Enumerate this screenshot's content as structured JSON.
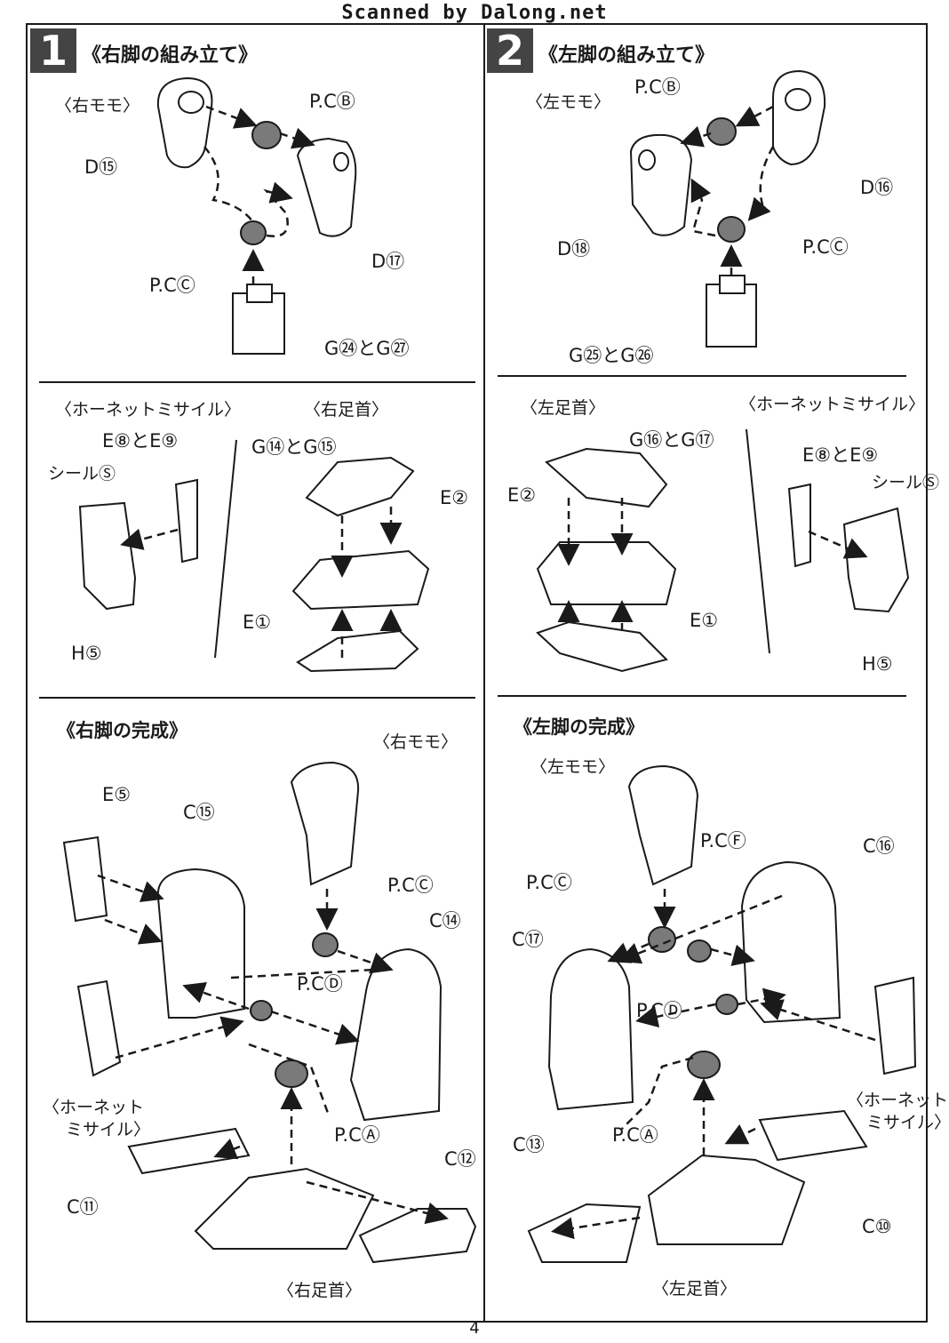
{
  "watermark": "Scanned by Dalong.net",
  "page_number": "4",
  "step1": {
    "number": "1",
    "title": "《右脚の組み立て》",
    "thigh": {
      "section": "〈右モモ〉",
      "labels": {
        "d15": "D⑮",
        "pcb": "P.CⒷ",
        "d17": "D⑰",
        "pcc": "P.CⒸ",
        "g": "G㉔とG㉗"
      }
    },
    "missile": {
      "section": "〈ホーネットミサイル〉",
      "labels": {
        "e": "E⑧とE⑨",
        "seal": "シールⓈ",
        "h5": "H⑤"
      }
    },
    "ankle": {
      "section": "〈右足首〉",
      "labels": {
        "g": "G⑭とG⑮",
        "e2": "E②",
        "e1": "E①"
      }
    },
    "complete": {
      "section": "《右脚の完成》",
      "labels": {
        "thigh": "〈右モモ〉",
        "e5": "E⑤",
        "c15": "C⑮",
        "pcc": "P.CⒸ",
        "c14": "C⑭",
        "pcd": "P.CⒹ",
        "missile": "〈ホーネット",
        "missile2": "ミサイル〉",
        "pca": "P.CⒶ",
        "c12": "C⑫",
        "c11": "C⑪",
        "ankle": "〈右足首〉"
      }
    }
  },
  "step2": {
    "number": "2",
    "title": "《左脚の組み立て》",
    "thigh": {
      "section": "〈左モモ〉",
      "labels": {
        "pcb": "P.CⒷ",
        "d16": "D⑯",
        "d18": "D⑱",
        "pcc": "P.CⒸ",
        "g": "G㉕とG㉖"
      }
    },
    "ankle": {
      "section": "〈左足首〉",
      "labels": {
        "g": "G⑯とG⑰",
        "e2": "E②",
        "e1": "E①"
      }
    },
    "missile": {
      "section": "〈ホーネットミサイル〉",
      "labels": {
        "e": "E⑧とE⑨",
        "seal": "シールⓈ",
        "h5": "H⑤"
      }
    },
    "complete": {
      "section": "《左脚の完成》",
      "labels": {
        "thigh": "〈左モモ〉",
        "pcf": "P.CⒻ",
        "c16": "C⑯",
        "pcc": "P.CⒸ",
        "c17": "C⑰",
        "pcd": "P.CⒹ",
        "missile": "〈ホーネット",
        "missile2": "ミサイル〉",
        "pca": "P.CⒶ",
        "c13": "C⑬",
        "c10": "C⑩",
        "ankle": "〈左足首〉"
      }
    }
  },
  "colors": {
    "line": "#1a1a1a",
    "polycap": "#7a7a7a",
    "part": "#ffffff",
    "badge": "#444444"
  }
}
